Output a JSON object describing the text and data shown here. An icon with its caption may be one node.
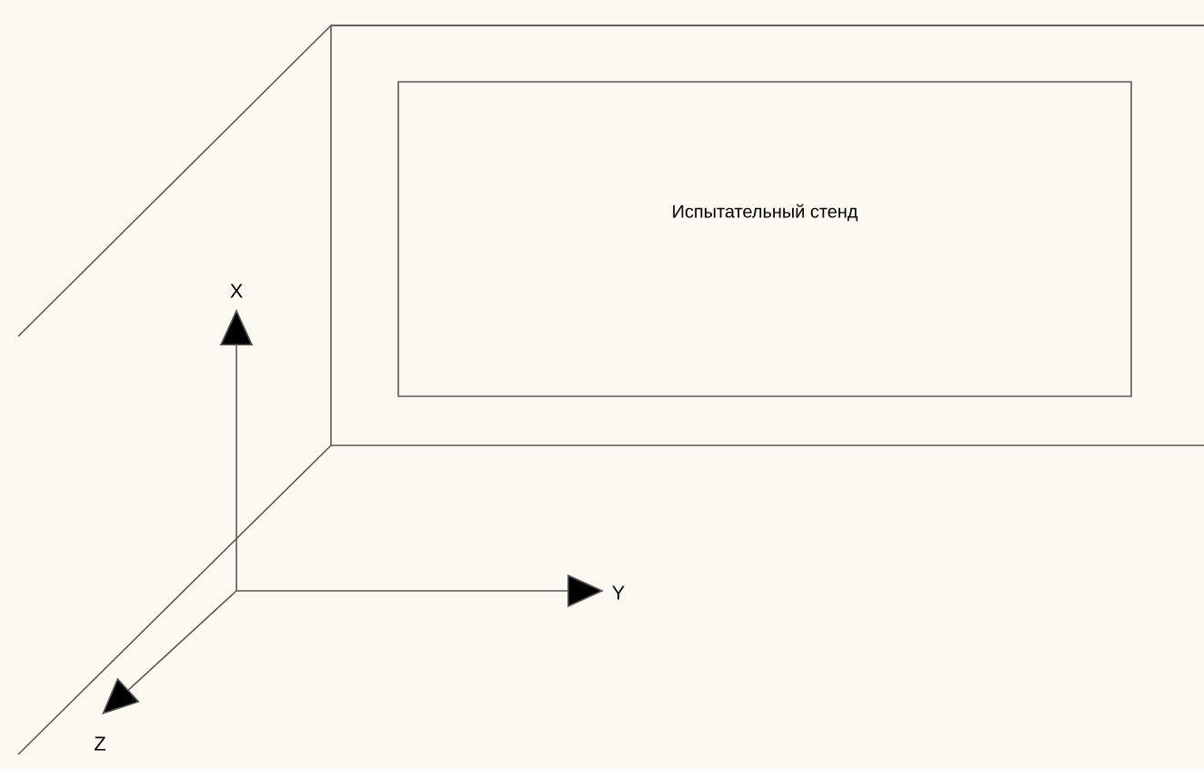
{
  "diagram": {
    "nodes": [
      {
        "text": [],
        "shape": "box"
      },
      {
        "text": [
          "Испытательный стенд"
        ],
        "in": 0
      }
    ],
    "labels": [
      "X",
      "Y",
      "Z"
    ]
  }
}
